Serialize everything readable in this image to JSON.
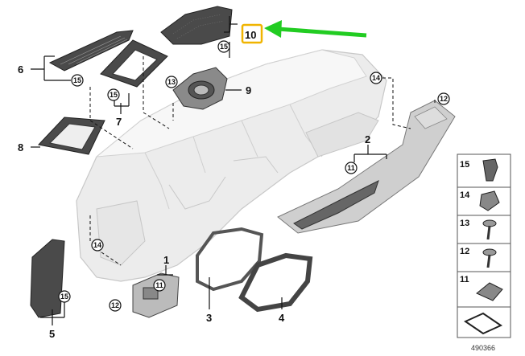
{
  "diagram": {
    "part_labels": {
      "p1": "1",
      "p2": "2",
      "p3": "3",
      "p4": "4",
      "p5": "5",
      "p6": "6",
      "p7": "7",
      "p8": "8",
      "p9": "9",
      "p10": "10"
    },
    "callouts": {
      "c15_top": "15",
      "c15_6": "15",
      "c15_7": "15",
      "c13": "13",
      "c14_right": "14",
      "c12_right": "12",
      "c11": "11",
      "c14_left": "14",
      "c11_bottom": "11",
      "c12_bottom": "12",
      "c15_5": "15"
    },
    "legend": [
      "15",
      "14",
      "13",
      "12",
      "11"
    ],
    "drawing_number": "490366",
    "highlight_color": "#f0b400",
    "arrow_color": "#22cc22"
  }
}
